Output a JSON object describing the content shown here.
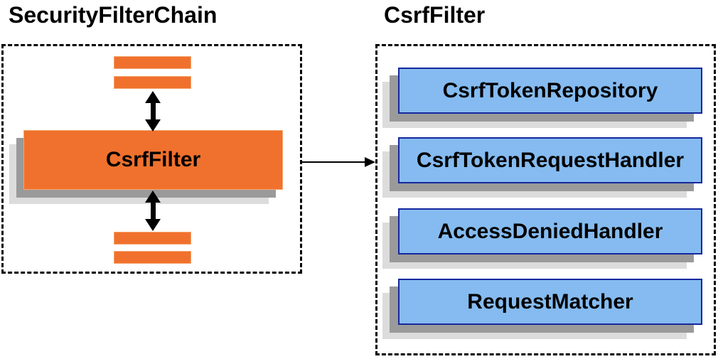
{
  "titles": {
    "left": "SecurityFilterChain",
    "right": "CsrfFilter"
  },
  "security_filter_chain": {
    "filter_label": "CsrfFilter"
  },
  "csrf_filter_components": [
    "CsrfTokenRepository",
    "CsrfTokenRequestHandler",
    "AccessDeniedHandler",
    "RequestMatcher"
  ],
  "colors": {
    "orange": "#F0712D",
    "orange_stroke": "#F5A670",
    "blue_fill": "#85BBF0",
    "blue_stroke": "#15289E",
    "shadow_dark": "#9A9A9A",
    "shadow_light": "#DCDCDC",
    "line": "#000000"
  }
}
